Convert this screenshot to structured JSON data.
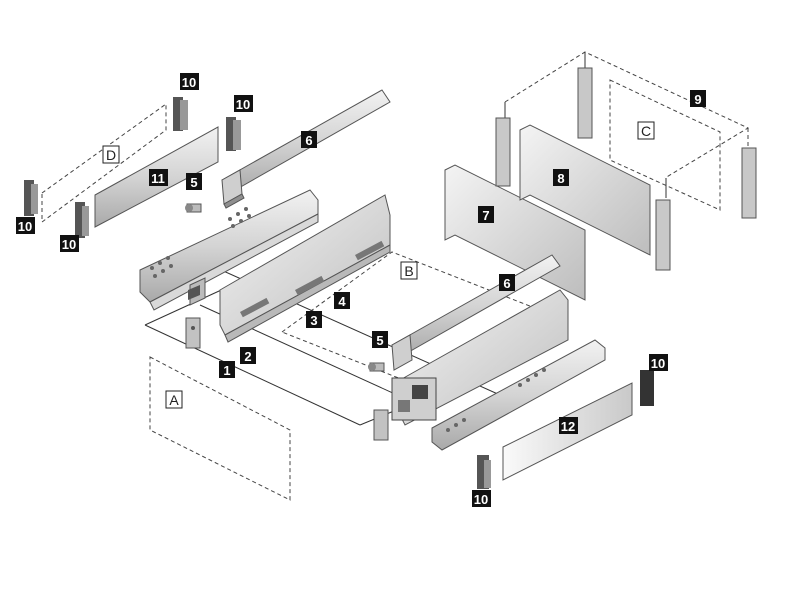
{
  "callouts": {
    "c1": "1",
    "c2": "2",
    "c3": "3",
    "c4": "4",
    "c5a": "5",
    "c5b": "5",
    "c6a": "6",
    "c6b": "6",
    "c7": "7",
    "c8": "8",
    "c9": "9",
    "c10a": "10",
    "c10b": "10",
    "c10c": "10",
    "c10d": "10",
    "c10e": "10",
    "c10f": "10",
    "c11": "11",
    "c12": "12"
  },
  "letters": {
    "A": "A",
    "B": "B",
    "C": "C",
    "D": "D"
  },
  "colors": {
    "metal_light": "#e4e4e4",
    "metal_mid": "#c8c8c8",
    "metal_dark": "#9a9a9a",
    "callout": "#111111"
  }
}
